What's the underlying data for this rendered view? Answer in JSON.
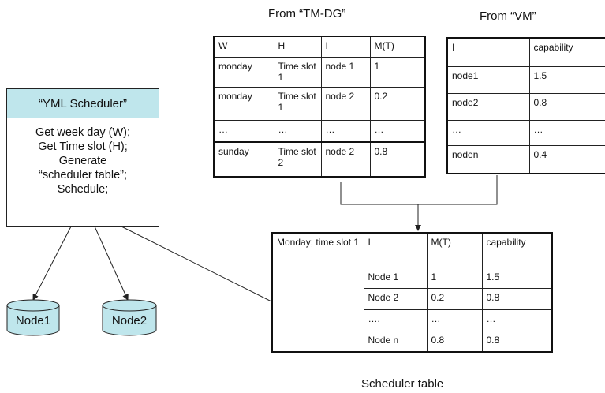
{
  "captions": {
    "tm_dg": "From “TM-DG”",
    "vm": "From “VM”",
    "scheduler_table": "Scheduler table"
  },
  "scheduler": {
    "title": "“YML Scheduler”",
    "lines": [
      "Get week day (W);",
      "Get Time slot (H);",
      "Generate",
      "“scheduler table”;",
      "Schedule;"
    ]
  },
  "tm_dg_table": {
    "headers": [
      "W",
      "H",
      "I",
      "M(T)"
    ],
    "rows": [
      [
        "monday",
        "Time slot 1",
        "node 1",
        "1"
      ],
      [
        "monday",
        "Time slot 1",
        "node 2",
        "0.2"
      ],
      [
        "…",
        "…",
        "…",
        "…"
      ],
      [
        "sunday",
        "Time slot 2",
        "node 2",
        "0.8"
      ]
    ]
  },
  "vm_table": {
    "headers": [
      "I",
      "capability"
    ],
    "rows": [
      [
        "node1",
        "1.5"
      ],
      [
        "node2",
        "0.8"
      ],
      [
        "…",
        "…"
      ],
      [
        "noden",
        "0.4"
      ]
    ]
  },
  "result_table": {
    "corner": "Monday; time slot 1",
    "headers": [
      "I",
      "M(T)",
      "capability"
    ],
    "rows": [
      [
        "Node 1",
        "1",
        "1.5"
      ],
      [
        "Node 2",
        "0.2",
        "0.8"
      ],
      [
        "….",
        "…",
        "…"
      ],
      [
        "Node n",
        "0.8",
        "0.8"
      ]
    ]
  },
  "nodes": [
    "Node1",
    "Node2"
  ],
  "colors": {
    "scheduler_header": "#bfe6ec",
    "node_fill": "#bfe6ec",
    "line": "#222222"
  }
}
